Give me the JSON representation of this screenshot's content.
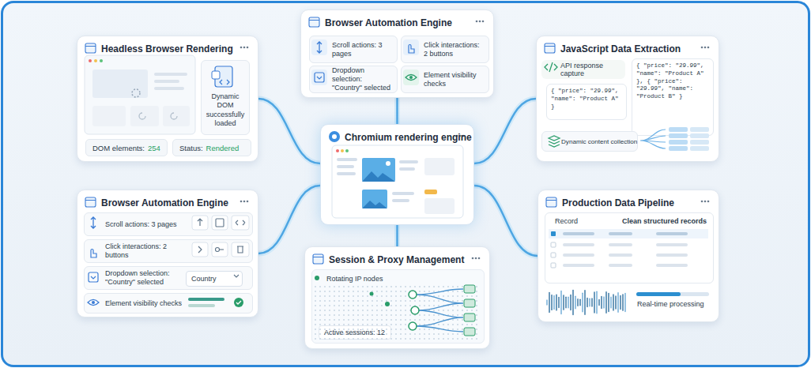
{
  "diagram": {
    "nodes": [
      {
        "text": [
          "Headless Browser Rendering"
        ]
      },
      {
        "text": [
          "Dynamic DOM successfully loaded"
        ],
        "in": 0
      },
      {
        "text": [
          "DOM elements:",
          "254"
        ],
        "in": 0
      },
      {
        "text": [
          "Status:",
          "Rendered"
        ],
        "in": 0
      },
      {
        "text": [
          "Browser Automation Engine"
        ]
      },
      {
        "text": [
          "Scroll actions: 3 pages"
        ],
        "in": 4
      },
      {
        "text": [
          "Click interactions: 2 buttons"
        ],
        "in": 4
      },
      {
        "text": [
          "Dropdown selection: \"Country\" selected"
        ],
        "in": 4
      },
      {
        "text": [
          "Element visibility checks"
        ],
        "in": 4
      },
      {
        "text": [
          "Chromium rendering engine"
        ]
      },
      {
        "text": [
          "JavaScript Data Extraction"
        ]
      },
      {
        "text": [
          "API response capture"
        ],
        "in": 10
      },
      {
        "text": [
          "{ \"price\": \"29.99\", \"name\": \"Product A\" }"
        ],
        "in": 10
      },
      {
        "text": [
          "{ \"price\": \"29.99\", \"name\": \"Product A\" }, { \"price\": \"29.99\", \"name\": \"Product B\" }"
        ],
        "in": 10
      },
      {
        "text": [
          "Dynamic content collection"
        ],
        "in": 10
      },
      {
        "text": [
          "Browser Automation Engine"
        ]
      },
      {
        "text": [
          "Scroll actions: 3 pages"
        ],
        "in": 15
      },
      {
        "text": [
          "Click interactions: 2 buttons"
        ],
        "in": 15
      },
      {
        "text": [
          "Dropdown selection: \"Country\" selected"
        ],
        "in": 15
      },
      {
        "text": [
          "Country"
        ],
        "in": 18
      },
      {
        "text": [
          "Element visibility checks"
        ],
        "in": 15
      },
      {
        "text": [
          "Session & Proxy Management"
        ]
      },
      {
        "text": [
          "Rotating IP nodes"
        ],
        "in": 21
      },
      {
        "text": [
          "Active sessions: 12"
        ],
        "in": 22
      },
      {
        "text": [
          "Production Data Pipeline"
        ]
      },
      {
        "text": [
          "Record",
          "Clean structured records"
        ],
        "in": 24
      }
    ],
    "edges": [
      {
        "from": 9,
        "to": 0,
        "arrow": "none"
      },
      {
        "from": 9,
        "to": 4,
        "arrow": "none"
      },
      {
        "from": 9,
        "to": 10,
        "arrow": "none"
      },
      {
        "from": 9,
        "to": 15,
        "arrow": "none"
      },
      {
        "from": 9,
        "to": 21,
        "arrow": "none"
      },
      {
        "from": 9,
        "to": 24,
        "arrow": "none"
      }
    ],
    "labels": [
      "Real-time processing"
    ]
  }
}
